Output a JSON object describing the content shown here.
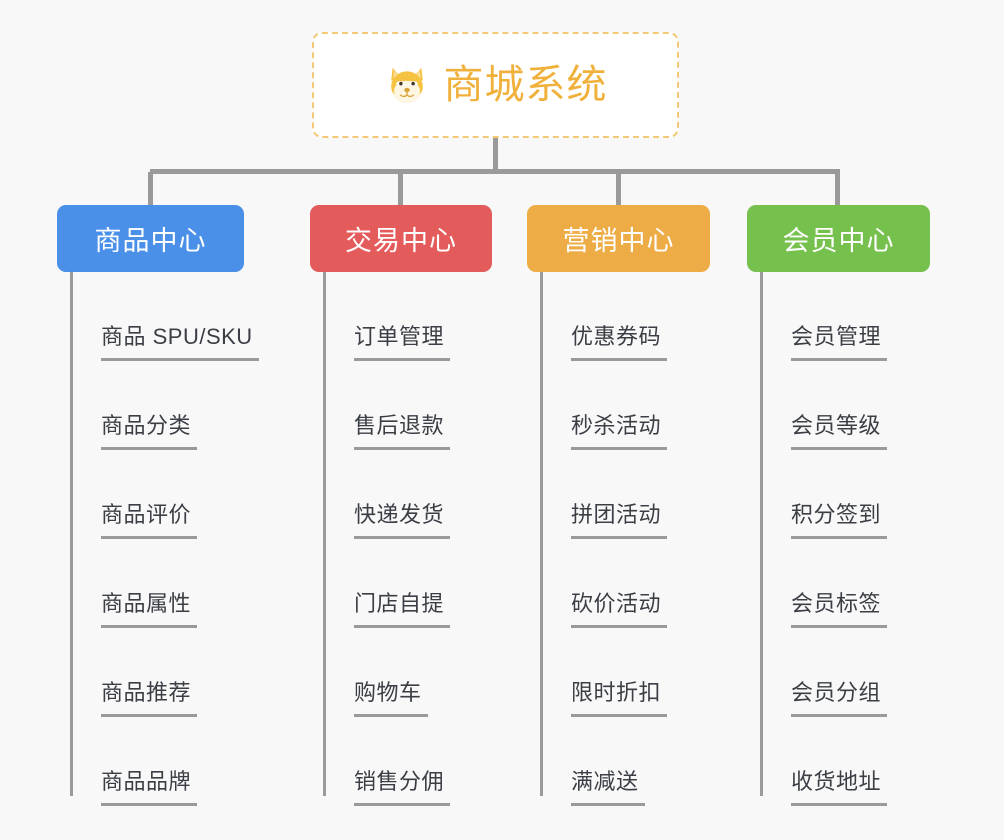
{
  "page": {
    "background_color": "#f8f8f8",
    "connector_color": "#9a9a9a"
  },
  "root": {
    "icon": "shiba-dog-icon",
    "icon_glyph": "🐕",
    "title": "商城系统",
    "title_color": "#f0b13c",
    "border_color": "#f3c978",
    "background_color": "#ffffff"
  },
  "columns": [
    {
      "title": "商品中心",
      "color": "#4a90e8",
      "items": [
        {
          "label": "商品 SPU/SKU"
        },
        {
          "label": "商品分类"
        },
        {
          "label": "商品评价"
        },
        {
          "label": "商品属性"
        },
        {
          "label": "商品推荐"
        },
        {
          "label": "商品品牌"
        }
      ]
    },
    {
      "title": "交易中心",
      "color": "#e45b5b",
      "items": [
        {
          "label": "订单管理"
        },
        {
          "label": "售后退款"
        },
        {
          "label": "快递发货"
        },
        {
          "label": "门店自提"
        },
        {
          "label": "购物车"
        },
        {
          "label": "销售分佣"
        }
      ]
    },
    {
      "title": "营销中心",
      "color": "#eeac46",
      "items": [
        {
          "label": "优惠券码"
        },
        {
          "label": "秒杀活动"
        },
        {
          "label": "拼团活动"
        },
        {
          "label": "砍价活动"
        },
        {
          "label": "限时折扣"
        },
        {
          "label": "满减送"
        }
      ]
    },
    {
      "title": "会员中心",
      "color": "#76c04e",
      "items": [
        {
          "label": "会员管理"
        },
        {
          "label": "会员等级"
        },
        {
          "label": "积分签到"
        },
        {
          "label": "会员标签"
        },
        {
          "label": "会员分组"
        },
        {
          "label": "收货地址"
        }
      ]
    }
  ]
}
